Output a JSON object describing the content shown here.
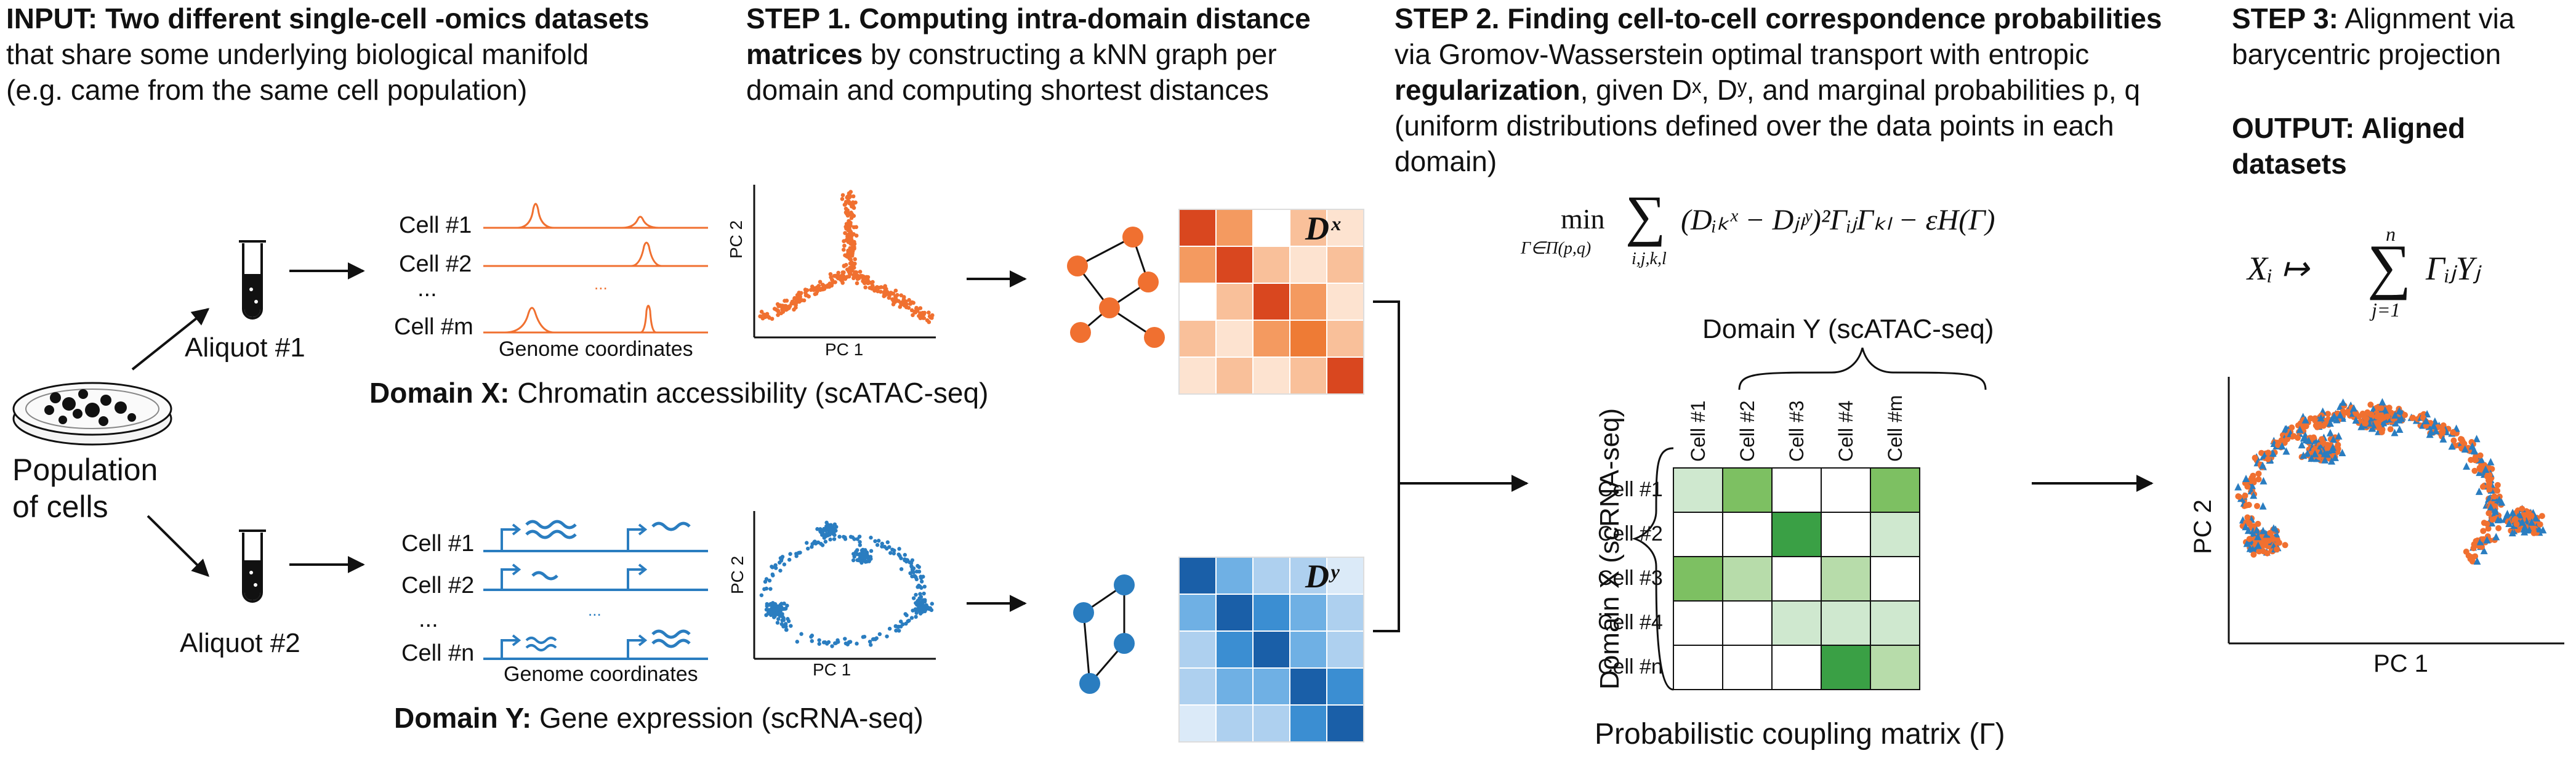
{
  "input": {
    "heading_bold": "INPUT: Two different single-cell -omics datasets",
    "lines": [
      "that share some underlying biological manifold",
      "(e.g. came from the same cell population)"
    ]
  },
  "step1": {
    "heading_bold": "STEP 1. Computing intra-domain distance",
    "line2_bold": "matrices",
    "line2_rest": " by constructing a kNN graph per",
    "line3": "domain and computing shortest distances"
  },
  "step2": {
    "heading_bold": "STEP 2. Finding cell-to-cell correspondence probabilities",
    "line2": "via Gromov-Wasserstein optimal transport with entropic",
    "line3_bold": "regularization",
    "line3_rest": ", given Dˣ, Dʸ, and marginal probabilities p, q",
    "line4": "(uniform distributions defined over the data points in each",
    "line5": "domain)",
    "formula_min": "min",
    "formula_sub": "Γ∈Π(p,q)",
    "formula_sum_sub": "i,j,k,l",
    "formula_body": "(Dᵢₖˣ − Dⱼₗʸ)²ΓᵢⱼΓₖₗ − εH(Γ)"
  },
  "step3": {
    "heading_bold": "STEP 3:",
    "heading_rest": " Alignment via",
    "line2": "barycentric projection",
    "output_line1": "OUTPUT: Aligned",
    "output_line2": "datasets",
    "formula_lhs": "Xᵢ ↦",
    "formula_sum_top": "n",
    "formula_sum_bottom": "j=1",
    "formula_rhs": "ΓᵢⱼYⱼ"
  },
  "population": {
    "line1": "Population",
    "line2": "of cells"
  },
  "aliquots": {
    "a1": "Aliquot #1",
    "a2": "Aliquot #2"
  },
  "domain_x": {
    "cells": [
      "Cell #1",
      "Cell #2",
      "...",
      "Cell #m"
    ],
    "genome_label": "Genome coordinates",
    "title_bold": "Domain X:",
    "title_rest": "  Chromatin accessibility (scATAC-seq)",
    "pc_x": "PC 1",
    "pc_y": "PC 2",
    "matrix_label": "Dˣ"
  },
  "domain_y": {
    "cells": [
      "Cell #1",
      "Cell #2",
      "...",
      "Cell #n"
    ],
    "genome_label": "Genome coordinates",
    "title_bold": "Domain Y:",
    "title_rest": " Gene expression (scRNA-seq)",
    "pc_x": "PC 1",
    "pc_y": "PC 2",
    "matrix_label": "Dʸ"
  },
  "coupling": {
    "top_title": "Domain Y   (scATAC-seq)",
    "side_title": "Domain X  (scRNA-seq)",
    "cols": [
      "Cell #1",
      "Cell #2",
      "Cell #3",
      "Cell #4",
      "Cell #m"
    ],
    "rows": [
      "Cell #1",
      "Cell #2",
      "Cell #3",
      "Cell #4",
      "Cell #n"
    ],
    "caption": "Probabilistic coupling matrix (Γ)"
  },
  "aligned_plot": {
    "pc_x": "PC 1",
    "pc_y": "PC 2"
  },
  "colors": {
    "orange": "#f07030",
    "orange_dark": "#d9471f",
    "blue": "#2a7dc0",
    "blue_dark": "#1a5fa8",
    "green_dark": "#3aa045",
    "green_mid": "#7dc062",
    "green_light": "#cfe8cf"
  }
}
